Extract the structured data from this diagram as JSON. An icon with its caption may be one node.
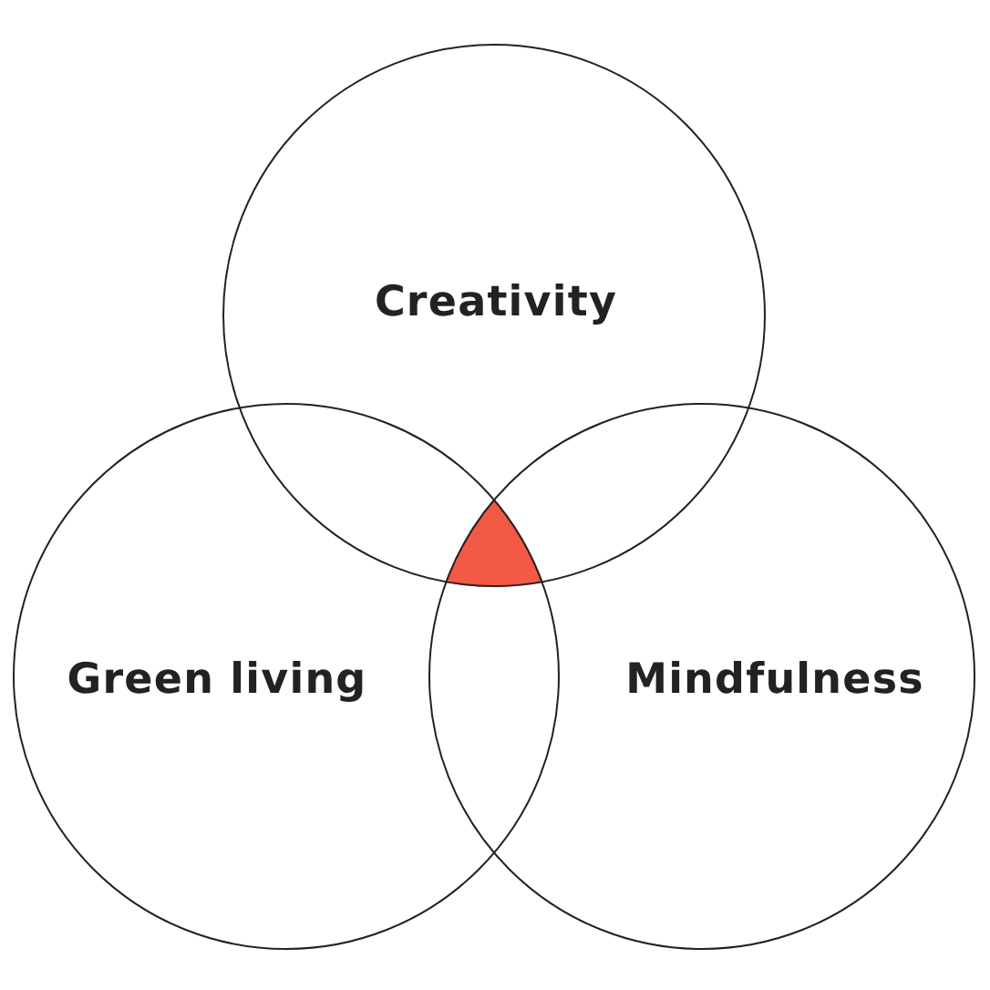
{
  "diagram": {
    "nodes": [
      {
        "text": [
          "Creativity"
        ]
      },
      {
        "text": [
          "Green living"
        ]
      },
      {
        "text": [
          "Mindfulness"
        ]
      }
    ]
  }
}
